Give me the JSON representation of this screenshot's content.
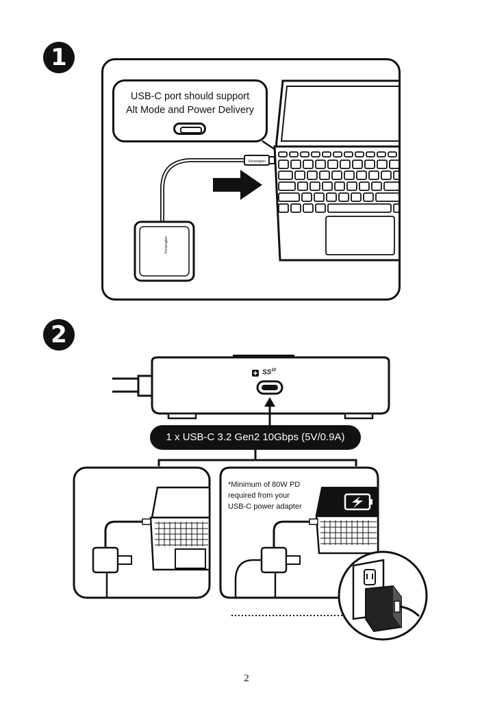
{
  "steps": [
    {
      "number": "1"
    },
    {
      "number": "2"
    }
  ],
  "step1": {
    "callout_line1": "USB-C port should support",
    "callout_line2": "Alt Mode and Power Delivery",
    "cable_brand": "Kensington",
    "dock_brand": "Kensington"
  },
  "step2": {
    "port_label": "1 x USB-C 3.2 Gen2 10Gbps (5V/0.9A)",
    "ss_logo": "SS",
    "ss_superscript": "10",
    "footnote_line1": "*Minimum of 80W PD",
    "footnote_line2": "required from your",
    "footnote_line3": "USB-C power adapter"
  },
  "page": {
    "number": "2"
  }
}
